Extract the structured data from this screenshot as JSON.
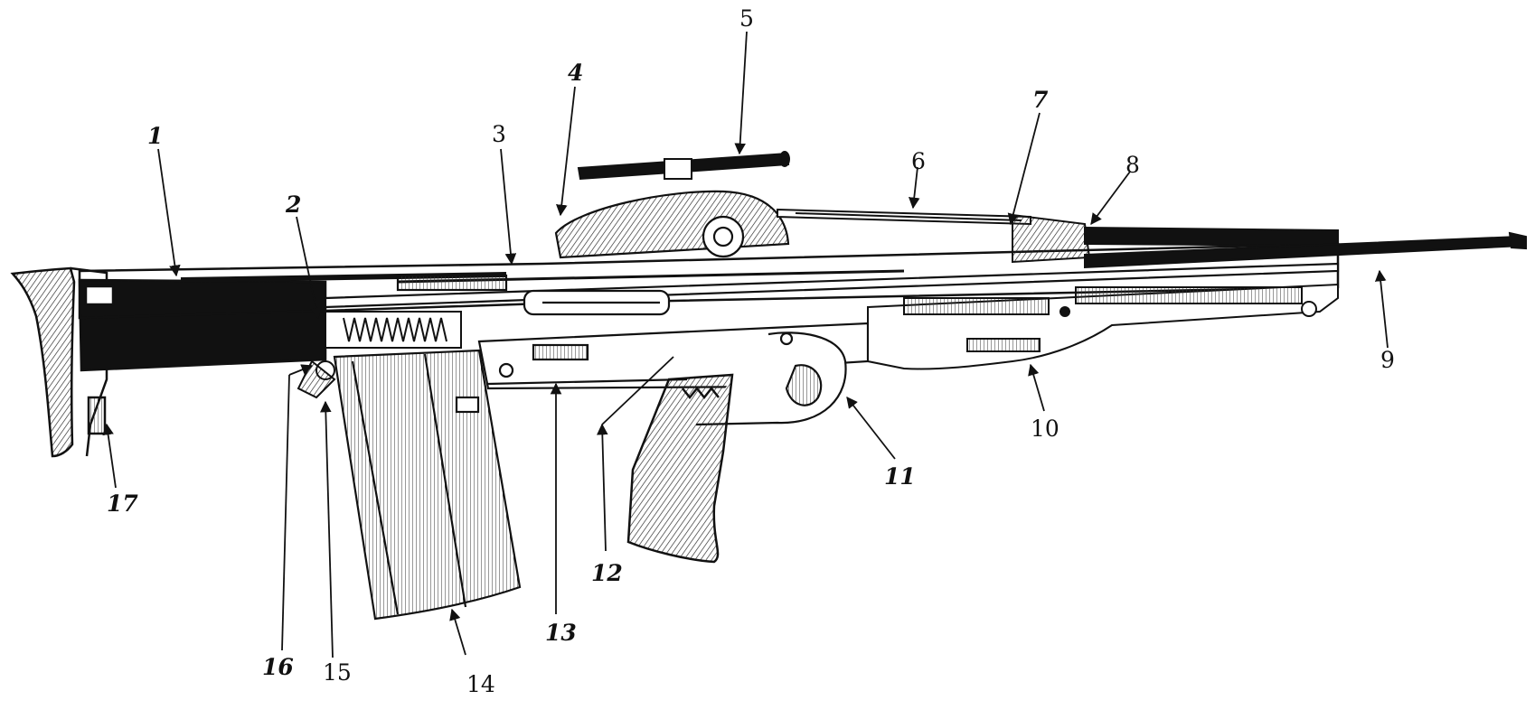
{
  "diagram": {
    "subject": "rifle cutaway drawing",
    "ink_color": "#111111",
    "paper_color": "#ffffff",
    "callouts": [
      {
        "id": "1",
        "text": "1"
      },
      {
        "id": "2",
        "text": "2"
      },
      {
        "id": "3",
        "text": "3"
      },
      {
        "id": "4",
        "text": "4"
      },
      {
        "id": "5",
        "text": "5"
      },
      {
        "id": "6",
        "text": "6"
      },
      {
        "id": "7",
        "text": "7"
      },
      {
        "id": "8",
        "text": "8"
      },
      {
        "id": "9",
        "text": "9"
      },
      {
        "id": "10",
        "text": "10"
      },
      {
        "id": "11",
        "text": "11"
      },
      {
        "id": "12",
        "text": "12"
      },
      {
        "id": "13",
        "text": "13"
      },
      {
        "id": "14",
        "text": "14"
      },
      {
        "id": "15",
        "text": "15"
      },
      {
        "id": "16",
        "text": "16"
      },
      {
        "id": "17",
        "text": "17"
      }
    ]
  }
}
